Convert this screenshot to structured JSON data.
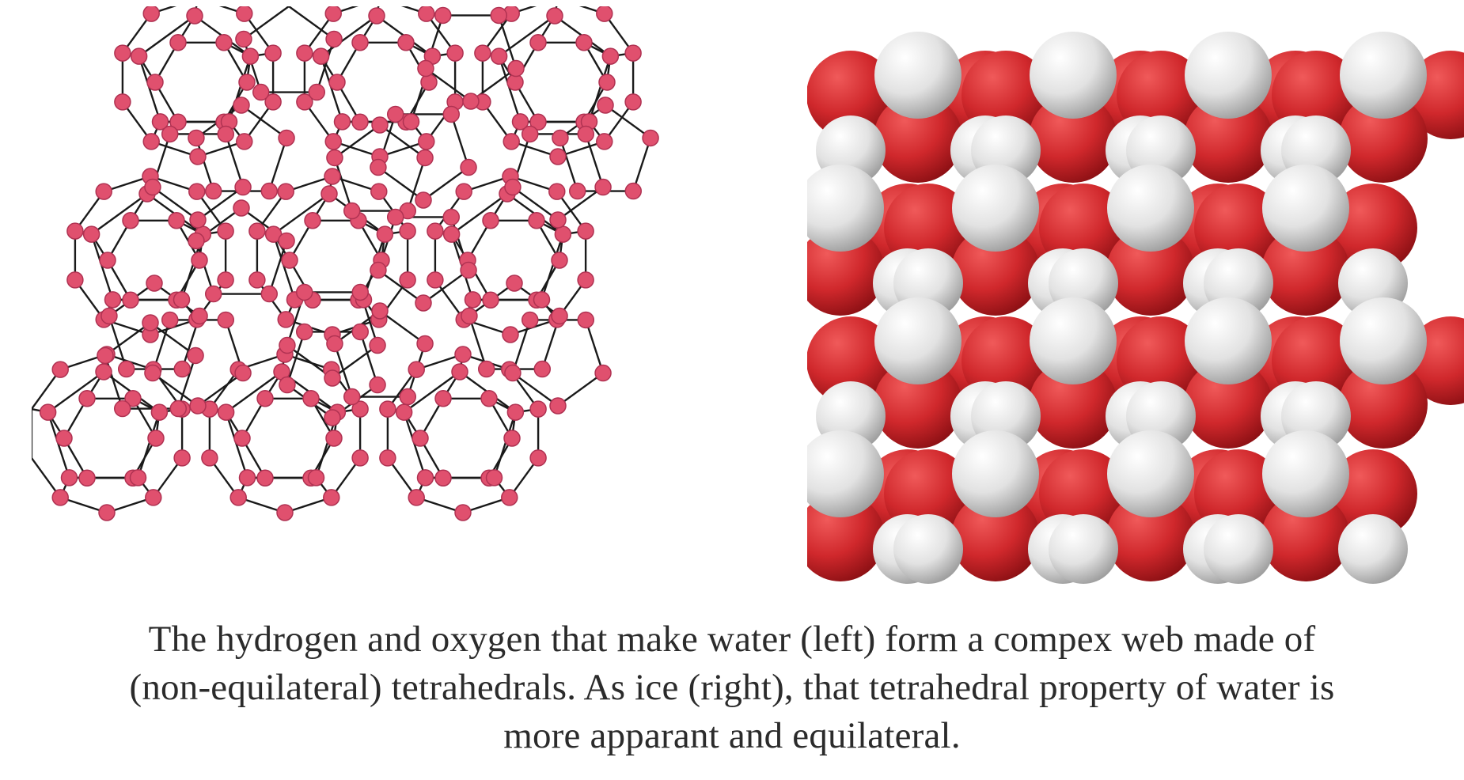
{
  "caption": {
    "line1": "The hydrogen and oxygen that make water (left) form a compex web made of",
    "line2": "(non-equilateral) tetrahedrals. As ice (right), that tetrahedral property of water is",
    "line3": "more apparant and equilateral."
  },
  "colors": {
    "atom": "#e0506e",
    "atom_stroke": "#b03252",
    "bond": "#1a1a1a",
    "oxygen": "#d0282c",
    "oxygen_dark": "#8c1014",
    "hydrogen": "#e6e6e6",
    "hydrogen_dark": "#9c9c9c",
    "caption_text": "#2b2b2b"
  }
}
